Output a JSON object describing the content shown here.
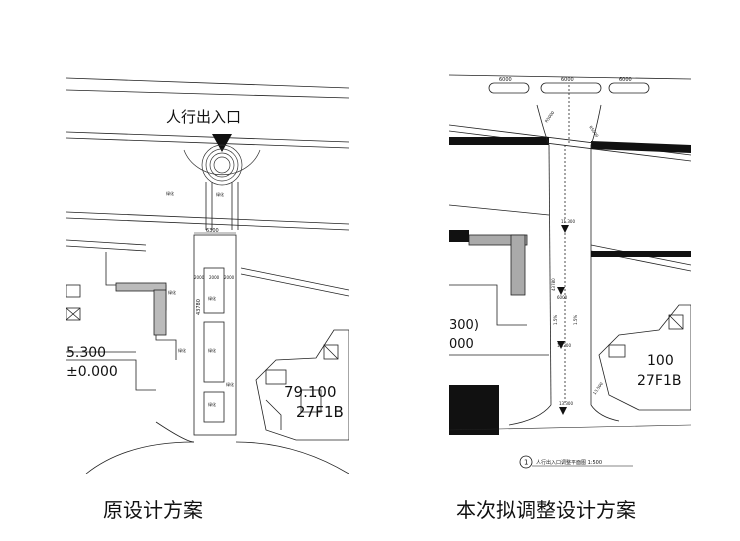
{
  "left": {
    "caption": "原设计方案",
    "entrance": "人行出入口",
    "dim_top": "6300",
    "dims_row": [
      "2000",
      "2000",
      "2000"
    ],
    "dim_side": "43780",
    "labels": [
      "绿化",
      "绿化",
      "绿化",
      "绿化",
      "绿化",
      "绿化",
      "绿化",
      "绿化"
    ],
    "elev_left": "5.300",
    "elev_left2": "±0.000",
    "bldg_num": "79.100",
    "bldg_floors": "27F",
    "bldg_unit": "1B"
  },
  "right": {
    "caption": "本次拟调整设计方案",
    "dims_top": [
      "6000",
      "6000",
      "6000"
    ],
    "dims_diag": [
      "R5000",
      "R5000"
    ],
    "dim_mid": "6000",
    "dim_side": "43780",
    "slope_labels": [
      "1.5%",
      "1.5%"
    ],
    "elev_marks": [
      "11.300",
      "13.300",
      "13.300",
      "13.500"
    ],
    "elev_left": "300)",
    "elev_left2": "000",
    "bldg_num": "100",
    "bldg_floors": "27F",
    "bldg_unit": "1B",
    "footnote_marker": "1",
    "footnote": "人行出入口调整平面图 1:500"
  }
}
